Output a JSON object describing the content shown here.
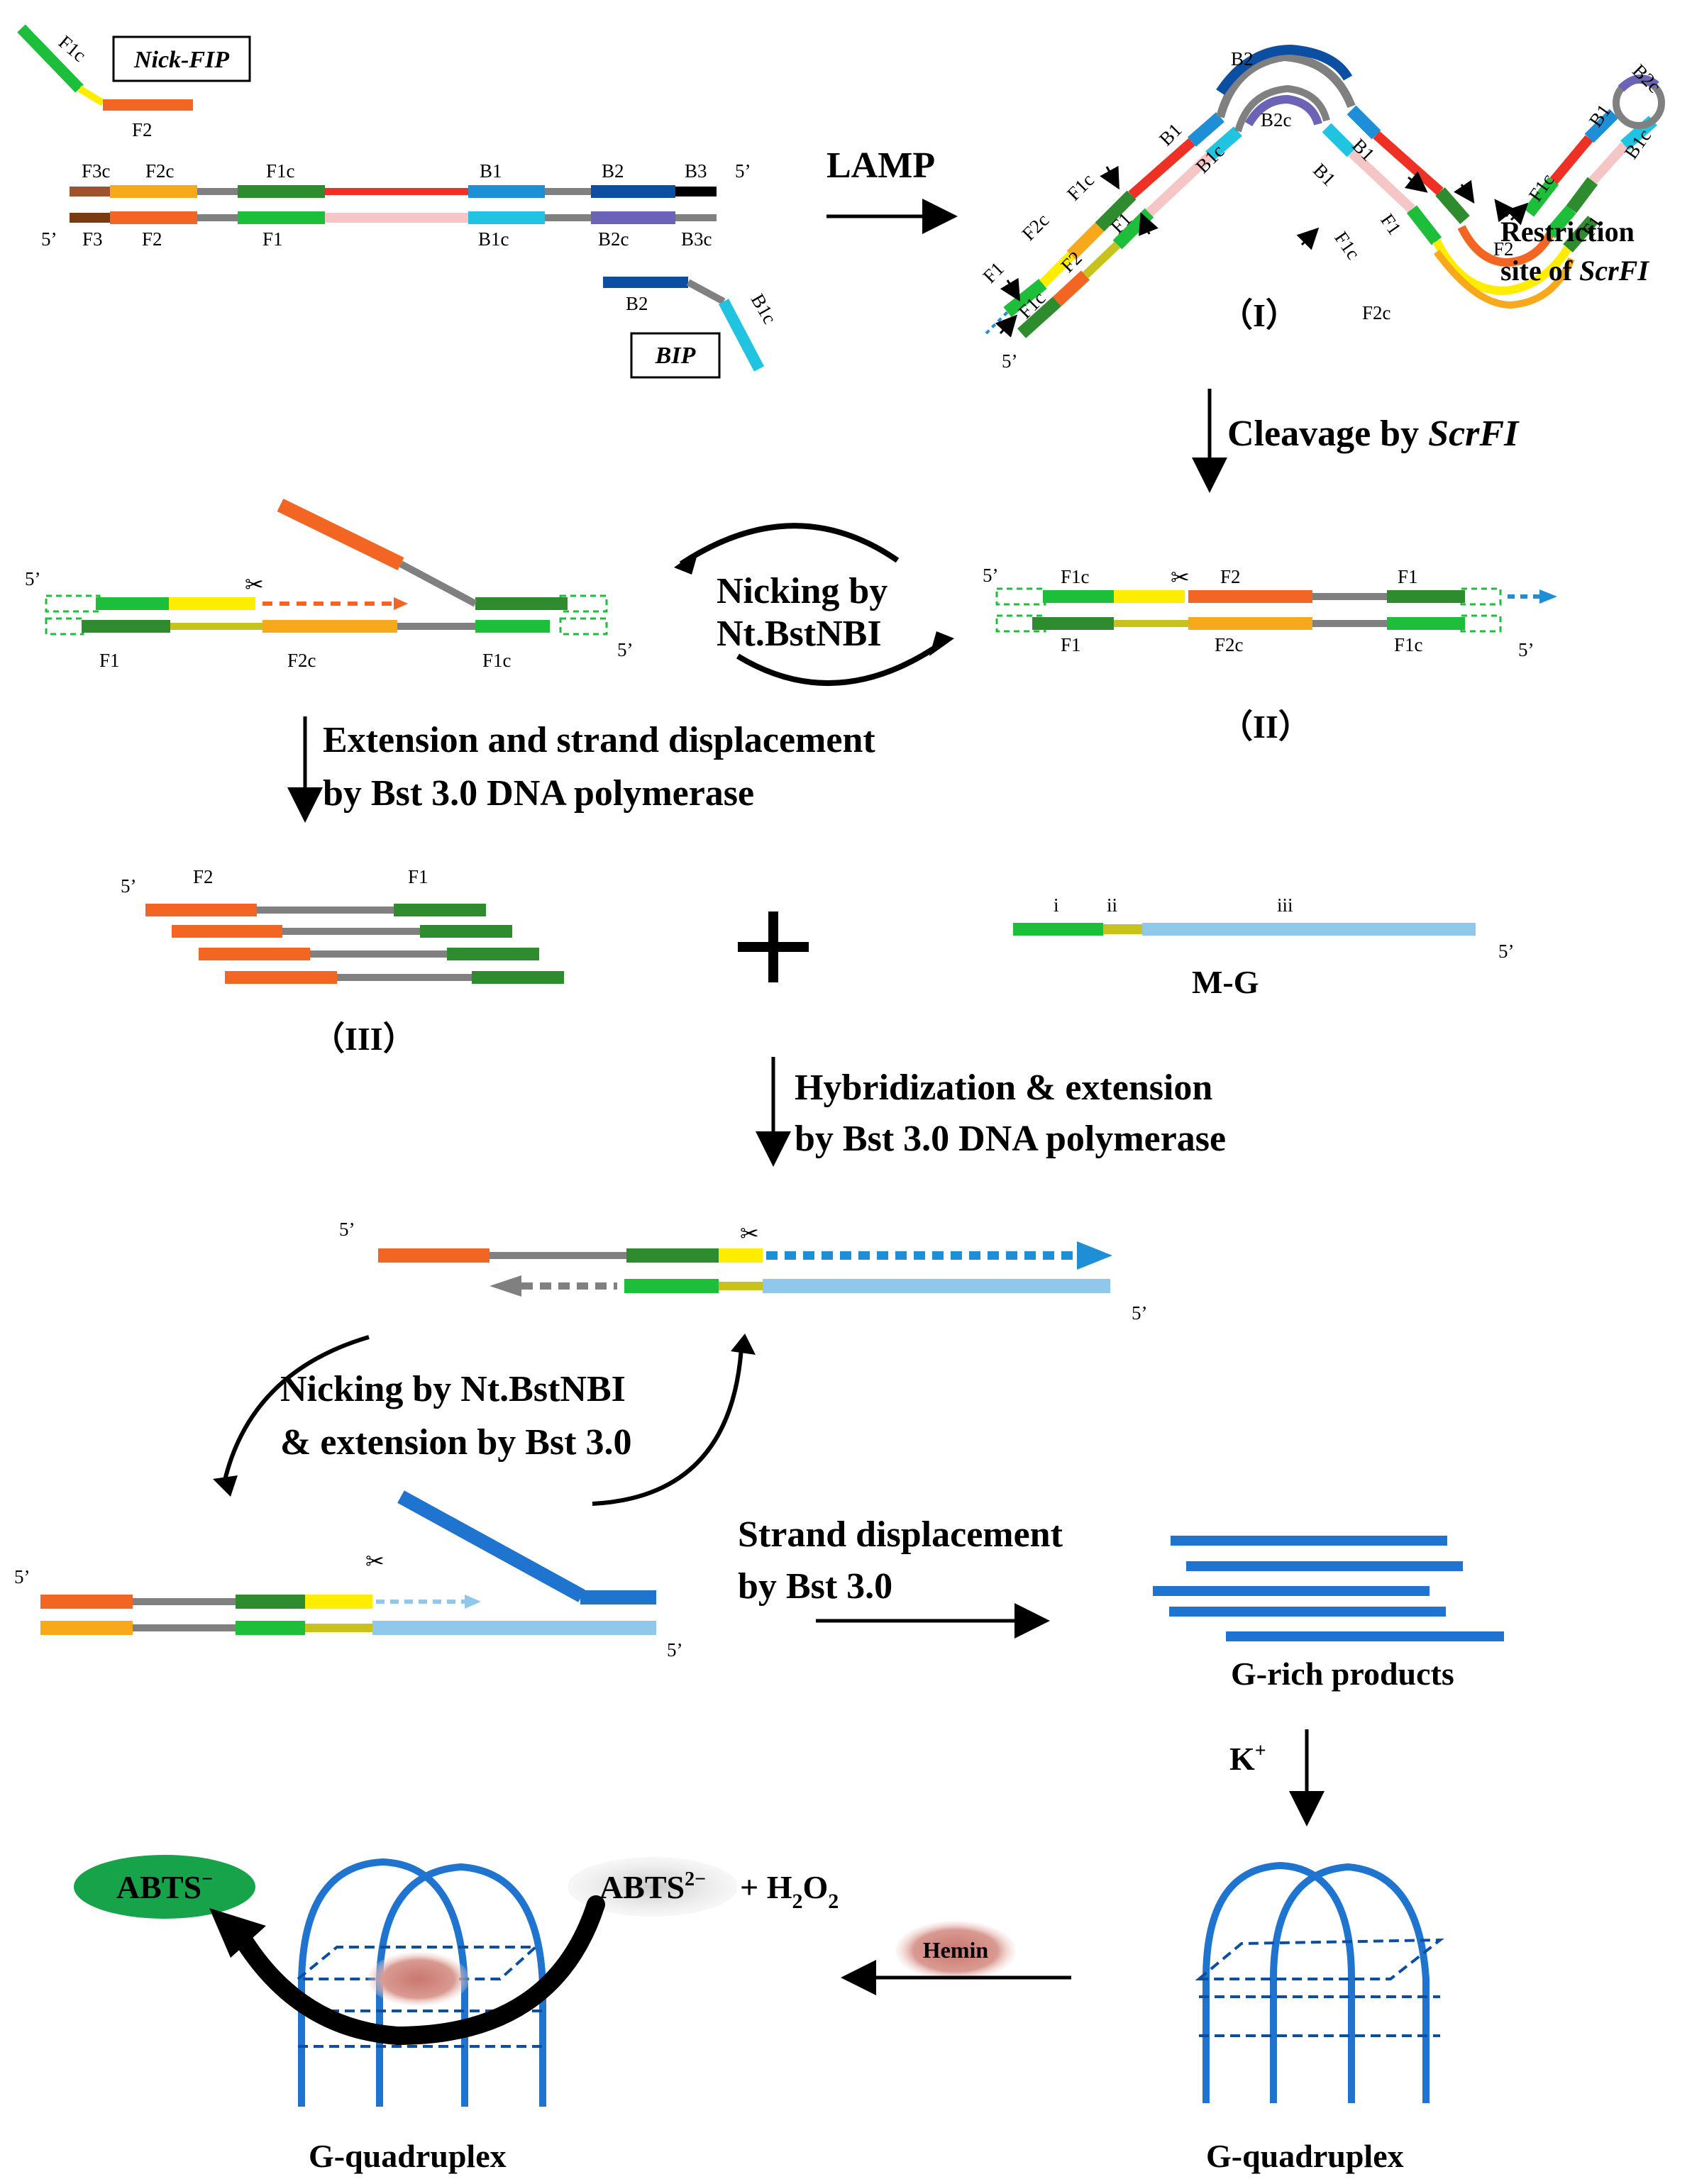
{
  "colors": {
    "orange": "#f26522",
    "amber": "#f7a81b",
    "yellow": "#ffed00",
    "olive": "#c8c31c",
    "green_dark": "#2e8b2e",
    "green_light": "#1dbf3a",
    "red": "#ee3124",
    "pink": "#f6c6c6",
    "blue_mid": "#1e8fd6",
    "cyan": "#20c4e0",
    "navy": "#0b4ea2",
    "purple": "#6b63b5",
    "gray": "#808080",
    "brown_light": "#a0522d",
    "brown_dark": "#7a3b10",
    "black": "#000000",
    "sky": "#90c8ec",
    "gquad_blue": "#1f74cf",
    "abts_green": "#16a34a",
    "hemin_red": "#c9776e"
  },
  "primers": {
    "nick_fip": "Nick-FIP",
    "bip": "BIP",
    "f1c": "F1c",
    "f2": "F2",
    "b2": "B2",
    "b1c": "B1c"
  },
  "template": {
    "top_labels": [
      "F3c",
      "F2c",
      "F1c",
      "B1",
      "B2",
      "B3"
    ],
    "bottom_labels": [
      "F3",
      "F2",
      "F1",
      "B1c",
      "B2c",
      "B3c"
    ],
    "five_prime": "5’"
  },
  "steps": {
    "lamp": "LAMP",
    "cleavage": "Cleavage by ",
    "cleavage_enzyme": "ScrFI",
    "nicking_1": "Nicking by",
    "nicking_2": "Nt.BstNBI",
    "extension_1": "Extension and strand displacement",
    "extension_2": "by Bst 3.0 DNA polymerase",
    "hybrid_1": "Hybridization & extension",
    "hybrid_2": "by Bst 3.0 DNA polymerase",
    "nick_ext_1": "Nicking by Nt.BstNBI",
    "nick_ext_2": "& extension by Bst 3.0",
    "strand_disp_1": "Strand displacement",
    "strand_disp_2": "by Bst 3.0"
  },
  "structure_I": {
    "roman": "（I）",
    "restriction_1": "Restriction",
    "restriction_2": "site of ",
    "restriction_enzyme": "ScrFI",
    "labels": [
      "B2",
      "B2c",
      "B1",
      "B1c",
      "B1",
      "B1",
      "B1",
      "B1c",
      "B2c",
      "F1c",
      "F1",
      "F2c",
      "F2",
      "F1",
      "F1c",
      "F1",
      "F1c",
      "F2",
      "F2c",
      "F1c",
      "F1"
    ]
  },
  "structure_II": {
    "roman": "（II）",
    "top_labels": [
      "F1c",
      "F2",
      "F1"
    ],
    "bottom_labels": [
      "F1",
      "F2c",
      "F1c"
    ]
  },
  "structure_left": {
    "bottom_labels": [
      "F1",
      "F2c",
      "F1c"
    ]
  },
  "structure_III": {
    "roman": "（III）",
    "labels": [
      "F2",
      "F1"
    ]
  },
  "mg": {
    "name": "M-G",
    "regions": [
      "i",
      "ii",
      "iii"
    ]
  },
  "products": {
    "g_rich": "G-rich products",
    "k_plus": "K",
    "k_sup": "+",
    "hemin": "Hemin",
    "gquad_left": "G-quadruplex",
    "gquad_right": "G-quadruplex",
    "abts_minus": "ABTS",
    "abts_minus_sup": "−",
    "abts_2minus": "ABTS",
    "abts_2minus_sup": "2−",
    "h2o2_plus": "+ H",
    "h2o2_sub": "2",
    "h2o2_o": "O",
    "h2o2_sub2": "2"
  }
}
